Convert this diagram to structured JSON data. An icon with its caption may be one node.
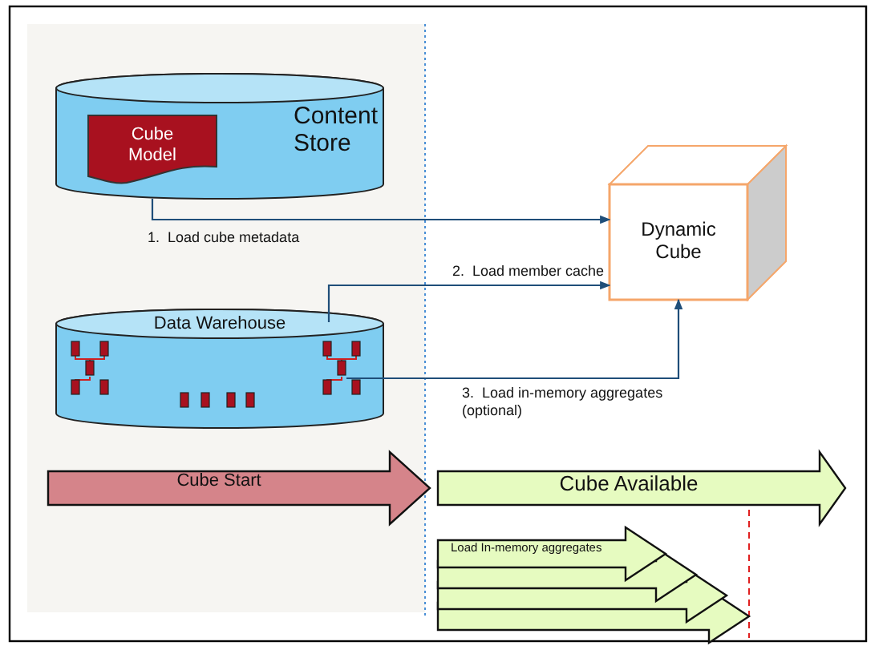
{
  "diagram": {
    "nodes": [
      {
        "text": [
          "Content Store"
        ]
      },
      {
        "text": [
          "Cube Model"
        ],
        "in": 0
      },
      {
        "text": [
          "Data Warehouse"
        ]
      },
      {
        "text": [
          "Dynamic Cube"
        ]
      },
      {
        "text": [
          "Cube Start"
        ]
      },
      {
        "text": [
          "Cube Available"
        ]
      },
      {
        "text": [
          "Load In-memory aggregates"
        ]
      },
      {
        "text": [],
        "shape": "arrow"
      },
      {
        "text": [],
        "shape": "arrow"
      },
      {
        "text": [],
        "shape": "arrow"
      }
    ],
    "edges": [
      {
        "from": 0,
        "to": 3,
        "arrow": "to",
        "label": "1.  Load cube metadata"
      },
      {
        "from": 2,
        "to": 3,
        "arrow": "to",
        "label": "2.  Load member cache"
      },
      {
        "from": 2,
        "to": 3,
        "arrow": "to",
        "label": "3.  Load in-memory aggregates (optional)"
      }
    ]
  }
}
